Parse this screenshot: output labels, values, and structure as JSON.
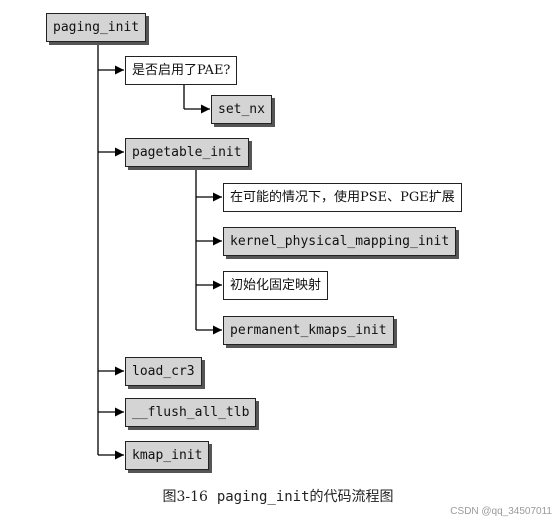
{
  "nodes": {
    "root": "paging_init",
    "pae_question": "是否启用了PAE?",
    "set_nx": "set_nx",
    "pagetable_init": "pagetable_init",
    "pse_pge": "在可能的情况下，使用PSE、PGE扩展",
    "kernel_physical_mapping_init": "kernel_physical_mapping_init",
    "init_fixmap": "初始化固定映射",
    "permanent_kmaps_init": "permanent_kmaps_init",
    "load_cr3": "load_cr3",
    "flush_all_tlb": "__flush_all_tlb",
    "kmap_init": "kmap_init"
  },
  "caption": {
    "prefix": "图3-16",
    "code": "paging_init",
    "suffix": "的代码流程图"
  },
  "watermark": "CSDN @qq_34507011",
  "colors": {
    "code_box": "#d4d4d4",
    "line": "#000000"
  }
}
